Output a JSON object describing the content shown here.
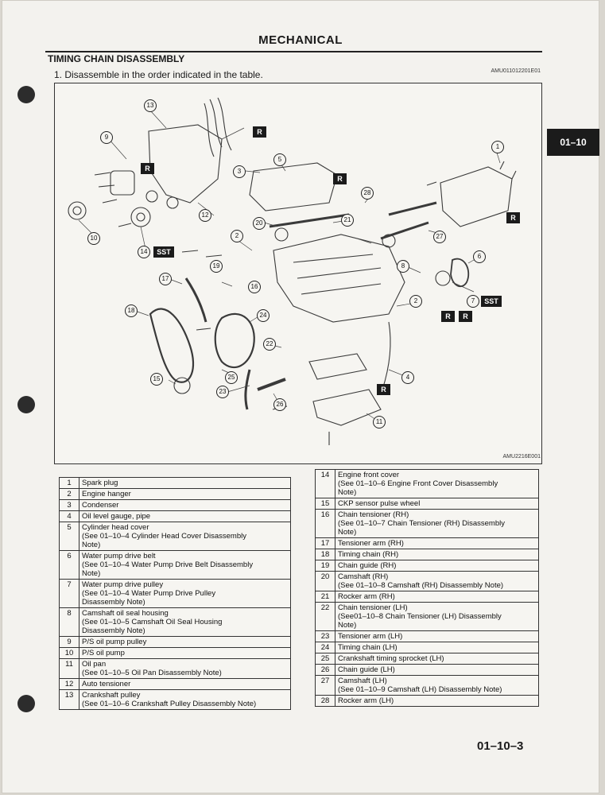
{
  "header": {
    "title": "MECHANICAL",
    "section_title": "TIMING CHAIN DISASSEMBLY",
    "step": "1.  Disassemble in the order indicated in the table.",
    "figure_code_top": "AMU011012201E01"
  },
  "side_tab": "01–10",
  "figure": {
    "code_bottom": "AMU2216E001",
    "callouts": [
      "1",
      "2",
      "2",
      "3",
      "4",
      "5",
      "6",
      "7",
      "8",
      "9",
      "10",
      "11",
      "12",
      "13",
      "14",
      "15",
      "16",
      "17",
      "18",
      "19",
      "20",
      "21",
      "22",
      "23",
      "24",
      "25",
      "26",
      "27",
      "28"
    ],
    "r_label": "R",
    "sst_label": "SST"
  },
  "table_left": [
    {
      "num": "1",
      "desc": "Spark plug"
    },
    {
      "num": "2",
      "desc": "Engine hanger"
    },
    {
      "num": "3",
      "desc": "Condenser"
    },
    {
      "num": "4",
      "desc": "Oil level gauge, pipe"
    },
    {
      "num": "5",
      "desc": "Cylinder head cover\n(See 01–10–4 Cylinder Head Cover Disassembly\nNote)"
    },
    {
      "num": "6",
      "desc": "Water pump drive belt\n(See 01–10–4 Water Pump Drive Belt Disassembly\nNote)"
    },
    {
      "num": "7",
      "desc": "Water pump drive pulley\n(See 01–10–4 Water Pump Drive Pulley\nDisassembly Note)"
    },
    {
      "num": "8",
      "desc": "Camshaft oil seal housing\n(See 01–10–5 Camshaft Oil Seal Housing\nDisassembly Note)"
    },
    {
      "num": "9",
      "desc": "P/S oil pump pulley"
    },
    {
      "num": "10",
      "desc": "P/S oil pump"
    },
    {
      "num": "11",
      "desc": "Oil pan\n(See 01–10–5 Oil Pan Disassembly Note)"
    },
    {
      "num": "12",
      "desc": "Auto tensioner"
    },
    {
      "num": "13",
      "desc": "Crankshaft pulley\n(See 01–10–6 Crankshaft Pulley Disassembly Note)"
    }
  ],
  "table_right": [
    {
      "num": "14",
      "desc": "Engine front cover\n(See 01–10–6 Engine Front Cover Disassembly\nNote)"
    },
    {
      "num": "15",
      "desc": "CKP sensor pulse wheel"
    },
    {
      "num": "16",
      "desc": "Chain tensioner (RH)\n(See 01–10–7 Chain Tensioner (RH) Disassembly\nNote)"
    },
    {
      "num": "17",
      "desc": "Tensioner arm (RH)"
    },
    {
      "num": "18",
      "desc": "Timing chain (RH)"
    },
    {
      "num": "19",
      "desc": "Chain guide (RH)"
    },
    {
      "num": "20",
      "desc": "Camshaft (RH)\n(See 01–10–8 Camshaft (RH) Disassembly Note)"
    },
    {
      "num": "21",
      "desc": "Rocker arm (RH)"
    },
    {
      "num": "22",
      "desc": "Chain tensioner (LH)\n(See01–10–8 Chain Tensioner (LH) Disassembly\nNote)"
    },
    {
      "num": "23",
      "desc": "Tensioner arm (LH)"
    },
    {
      "num": "24",
      "desc": "Timing chain (LH)"
    },
    {
      "num": "25",
      "desc": "Crankshaft timing sprocket (LH)"
    },
    {
      "num": "26",
      "desc": "Chain guide (LH)"
    },
    {
      "num": "27",
      "desc": "Camshaft (LH)\n(See 01–10–9 Camshaft (LH) Disassembly Note)"
    },
    {
      "num": "28",
      "desc": "Rocker arm (LH)"
    }
  ],
  "page_number": "01–10–3"
}
